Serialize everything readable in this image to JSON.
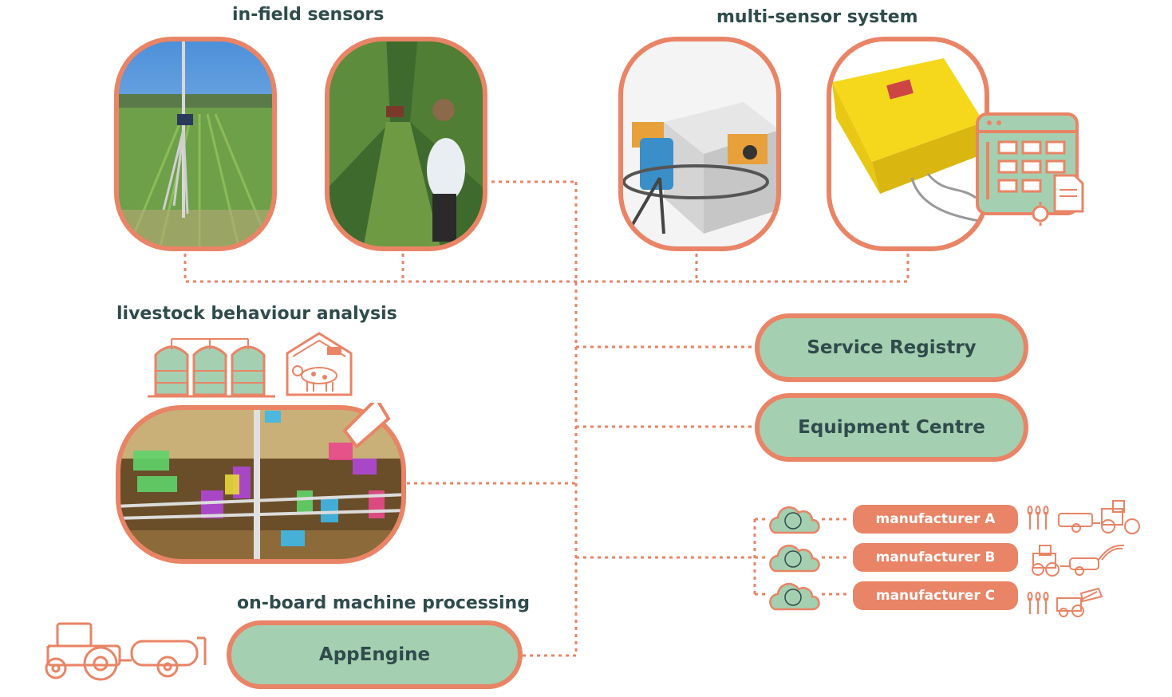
{
  "headings": {
    "in_field_sensors": "in-field sensors",
    "multi_sensor_system": "multi-sensor system",
    "livestock_behaviour_analysis": "livestock behaviour analysis",
    "on_board_machine_processing": "on-board machine processing"
  },
  "services": {
    "service_registry": "Service Registry",
    "equipment_centre": "Equipment Centre",
    "app_engine": "AppEngine"
  },
  "manufacturers": [
    "manufacturer A",
    "manufacturer B",
    "manufacturer C"
  ],
  "colors": {
    "accent": "#e98466",
    "pill_fill": "#a5cfb1",
    "heading_text": "#2f4b4b",
    "connector": "#e98466"
  }
}
